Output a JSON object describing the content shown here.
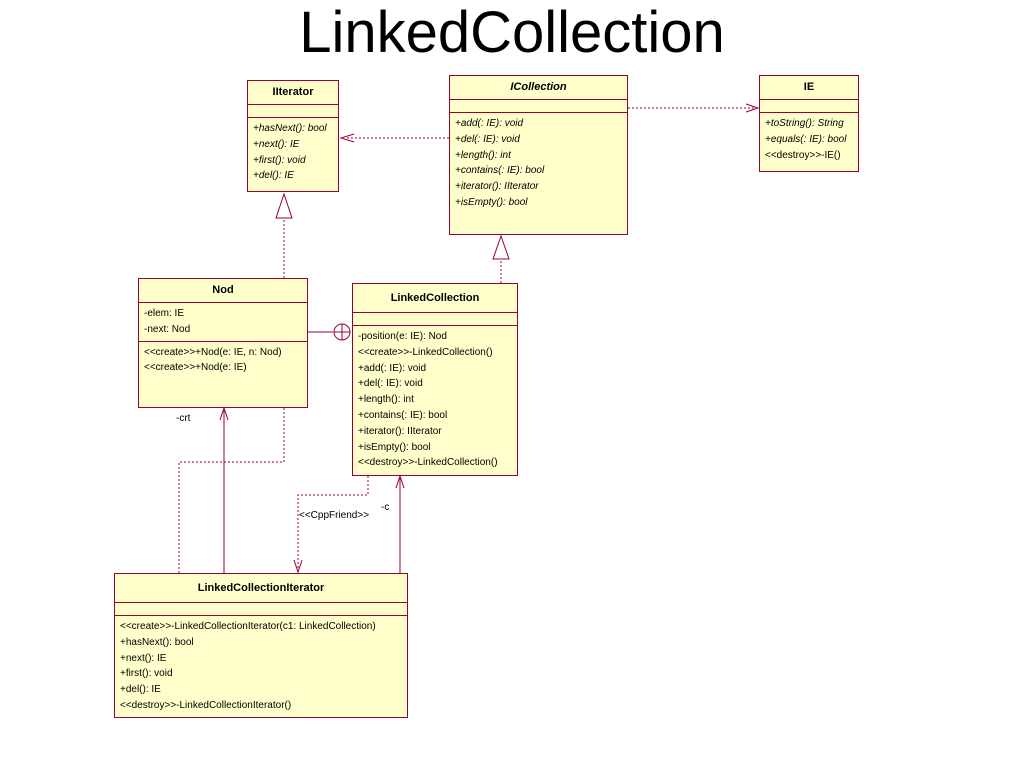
{
  "title": "LinkedCollection",
  "colors": {
    "class_fill": "#ffffcc",
    "class_border": "#990033",
    "edge": "#990033"
  },
  "classes": {
    "iiterator": {
      "name": "IIterator",
      "attributes": [],
      "operations": [
        "+hasNext(): bool",
        "+next(): IE",
        "+first(): void",
        "+del(): IE"
      ]
    },
    "icollection": {
      "name": "ICollection",
      "attributes": [],
      "operations": [
        "+add(: IE): void",
        "+del(: IE): void",
        "+length(): int",
        "+contains(: IE): bool",
        "+iterator(): IIterator",
        "+isEmpty(): bool"
      ]
    },
    "ie": {
      "name": "IE",
      "attributes": [],
      "operations": [
        "+toString(): String",
        "+equals(: IE): bool",
        "<<destroy>>-IE()"
      ]
    },
    "nod": {
      "name": "Nod",
      "attributes": [
        "-elem: IE",
        "-next: Nod"
      ],
      "operations": [
        "<<create>>+Nod(e: IE, n: Nod)",
        "<<create>>+Nod(e: IE)"
      ]
    },
    "linkedcollection": {
      "name": "LinkedCollection",
      "attributes": [],
      "operations": [
        "-position(e: IE): Nod",
        "<<create>>-LinkedCollection()",
        "+add(: IE): void",
        "+del(: IE): void",
        "+length(): int",
        "+contains(: IE): bool",
        "+iterator(): IIterator",
        "+isEmpty(): bool",
        "<<destroy>>-LinkedCollection()"
      ]
    },
    "linkedcollectioniterator": {
      "name": "LinkedCollectionIterator",
      "attributes": [],
      "operations": [
        "<<create>>-LinkedCollectionIterator(c1: LinkedCollection)",
        "+hasNext(): bool",
        "+next(): IE",
        "+first(): void",
        "+del(): IE",
        "<<destroy>>-LinkedCollectionIterator()"
      ]
    }
  },
  "edge_labels": {
    "crt": "-crt",
    "cppfriend": "<<CppFriend>>",
    "c": "-c"
  }
}
